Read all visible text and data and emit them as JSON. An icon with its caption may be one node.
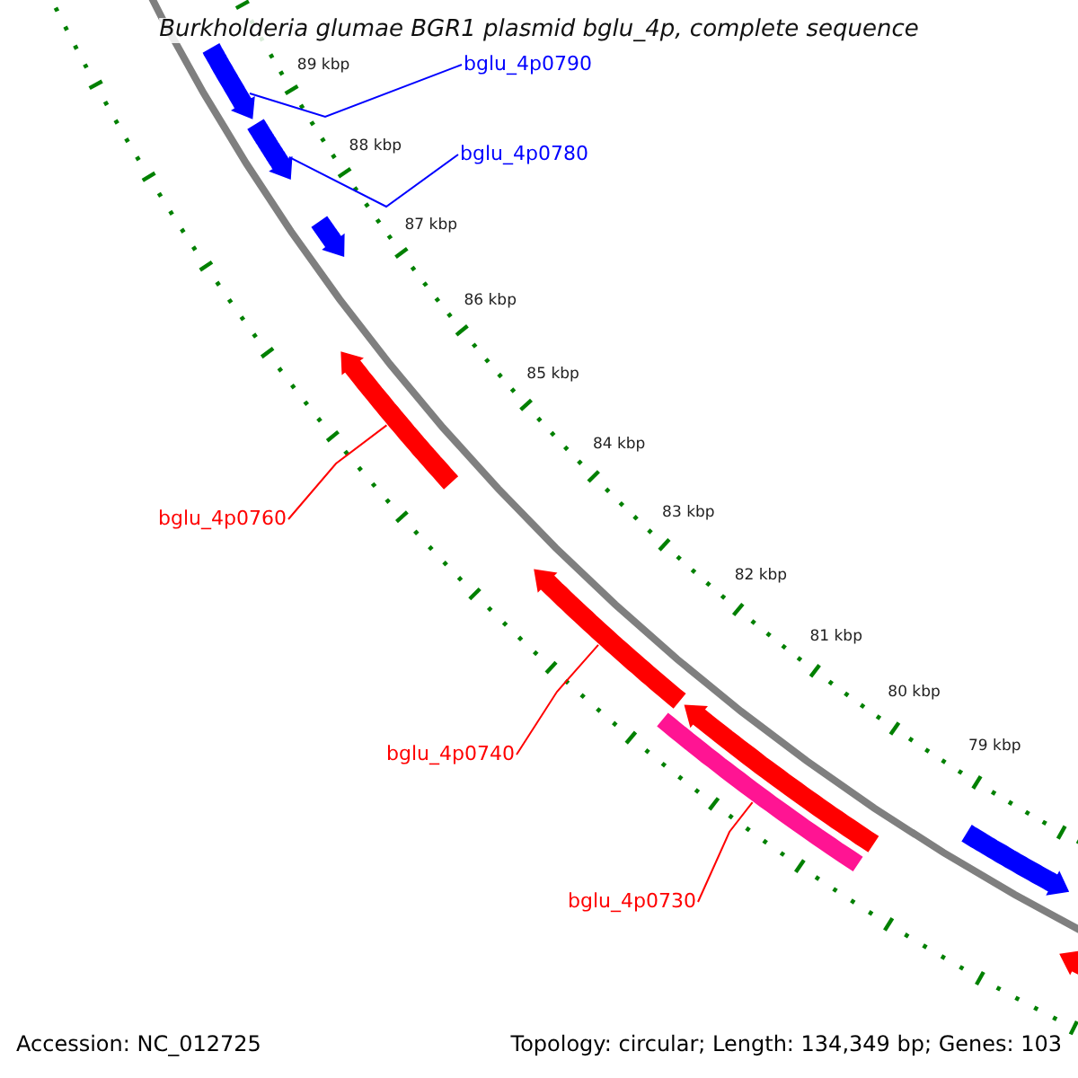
{
  "diagram": {
    "title": "Burkholderia glumae BGR1 plasmid bglu_4p, complete sequence",
    "nodes": [
      {
        "text": [
          "bglu_4p0790"
        ]
      },
      {
        "text": [
          "bglu_4p0780"
        ]
      },
      {
        "text": [
          "bglu_4p0760"
        ]
      },
      {
        "text": [
          "bglu_4p0740"
        ]
      },
      {
        "text": [
          "bglu_4p0730"
        ]
      },
      {
        "text": [],
        "shape": "arrow"
      },
      {
        "text": [],
        "shape": "arrow"
      },
      {
        "text": [],
        "shape": "arrow"
      },
      {
        "text": [],
        "shape": "arrow"
      },
      {
        "text": [],
        "shape": "arrow"
      },
      {
        "text": [],
        "shape": "arrow"
      },
      {
        "text": [],
        "shape": "bar"
      },
      {
        "text": [],
        "shape": "arrow"
      },
      {
        "text": [],
        "shape": "arrow"
      }
    ],
    "edges": [
      {
        "from": 0,
        "to": 5,
        "arrow": "none",
        "color": "#0000ff"
      },
      {
        "from": 1,
        "to": 6,
        "arrow": "none",
        "color": "#0000ff"
      },
      {
        "from": 2,
        "to": 8,
        "arrow": "none"
      },
      {
        "from": 3,
        "to": 9,
        "arrow": "none"
      },
      {
        "from": 4,
        "to": 11,
        "arrow": "none"
      }
    ],
    "labels": [
      "89 kbp",
      "88 kbp",
      "87 kbp",
      "86 kbp",
      "85 kbp",
      "84 kbp",
      "83 kbp",
      "82 kbp",
      "81 kbp",
      "80 kbp",
      "79 kbp",
      "Accession: NC_012725",
      "Topology: circular; Length: 134,349 bp; Genes: 103"
    ]
  }
}
